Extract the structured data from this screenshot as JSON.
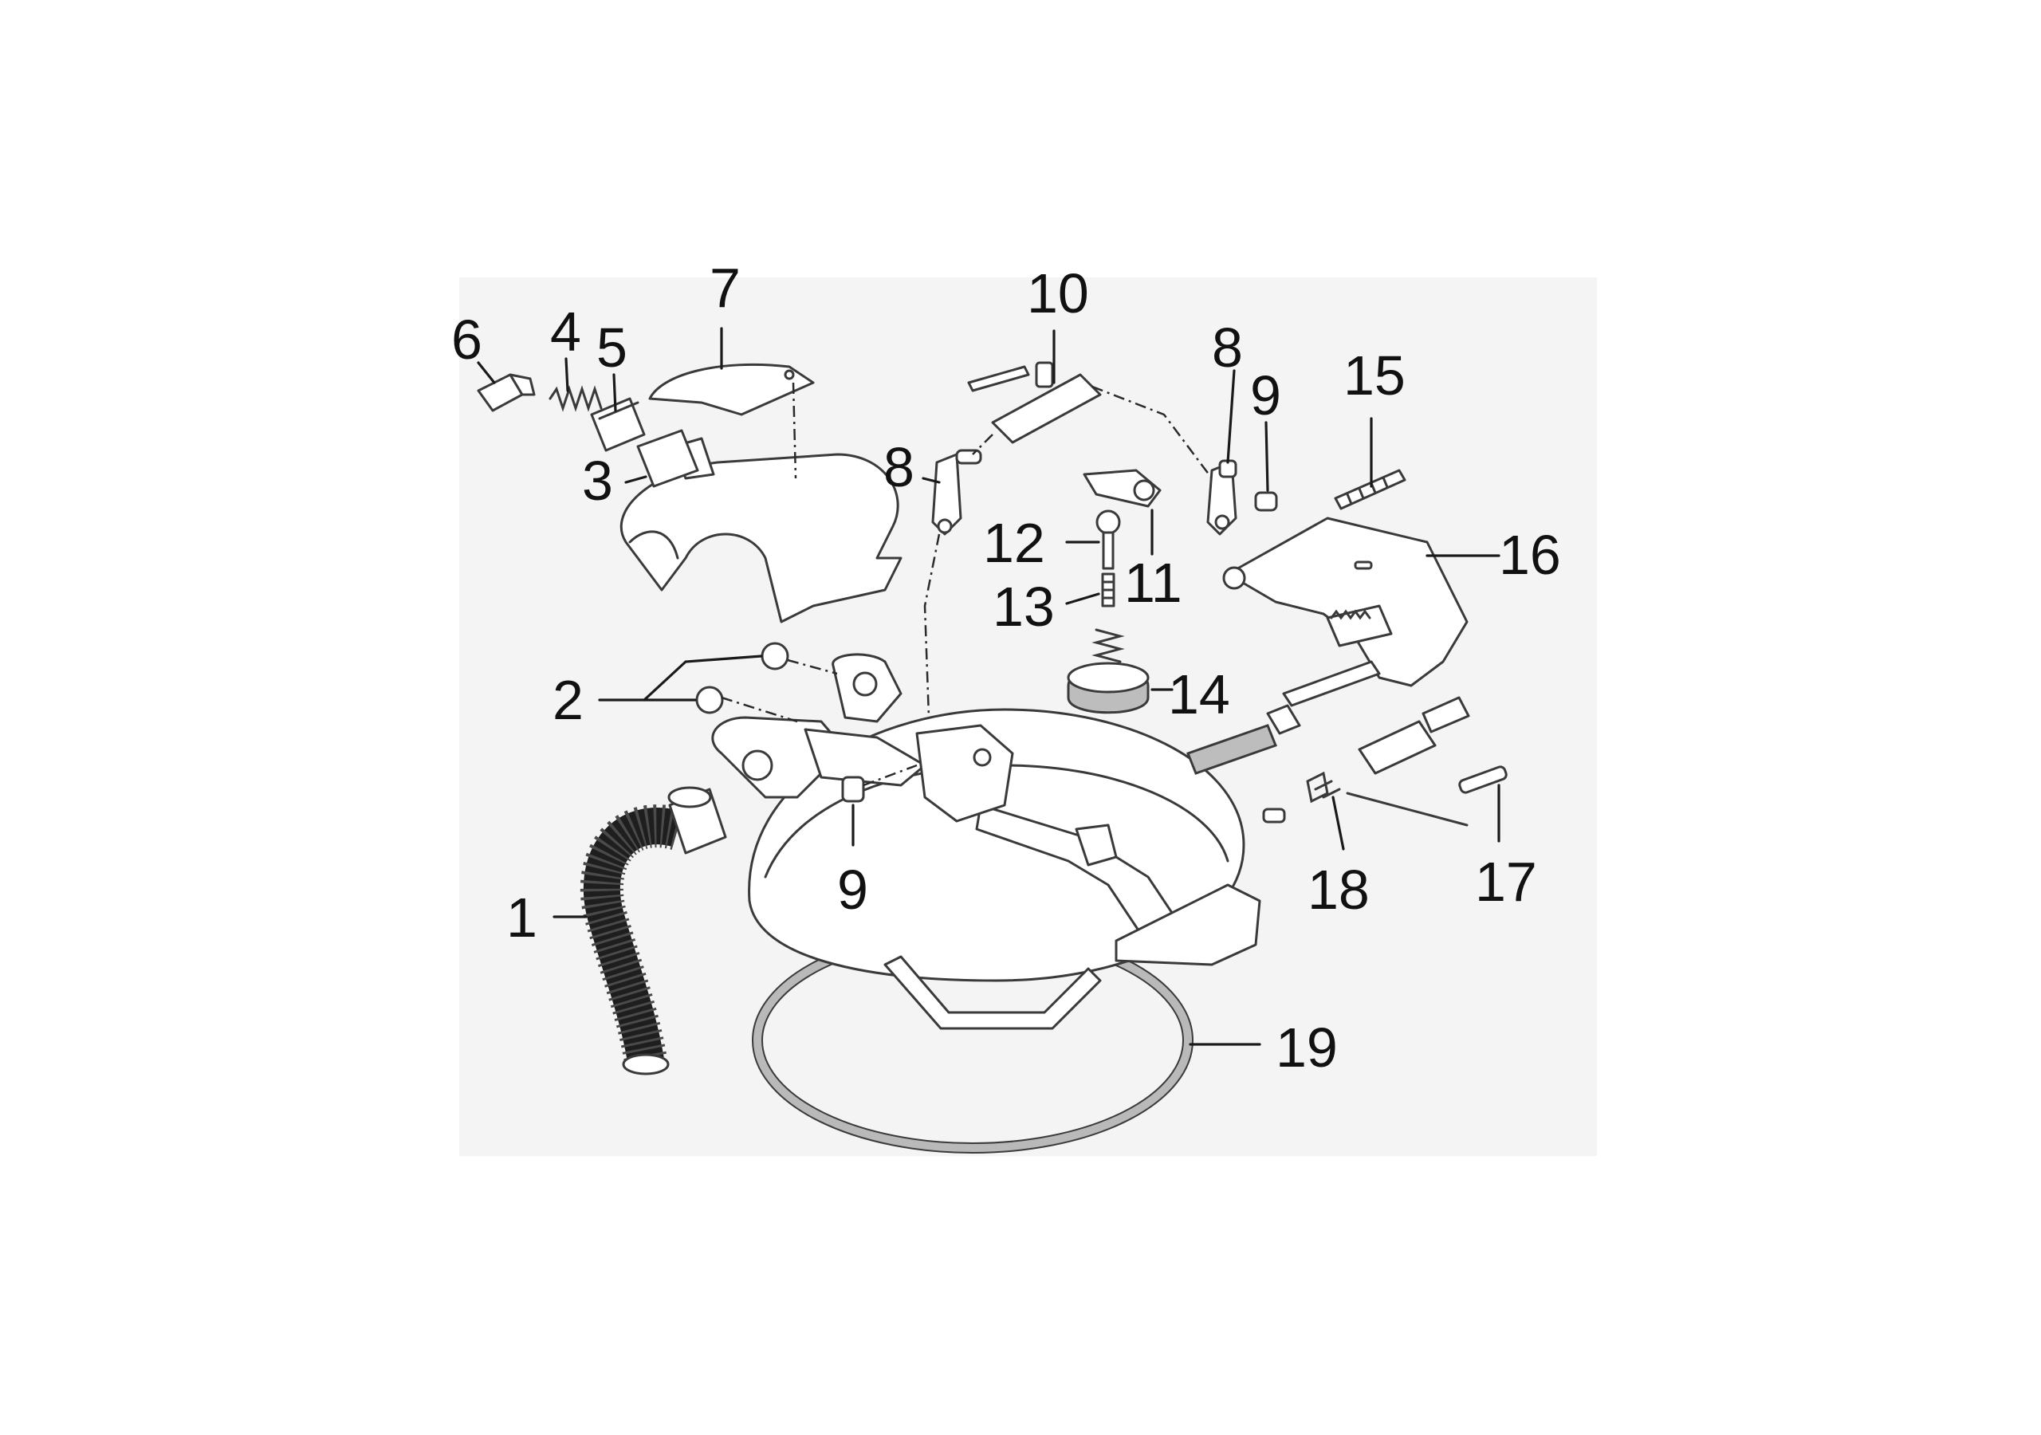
{
  "diagram": {
    "callouts": [
      {
        "id": "c1",
        "label": "1"
      },
      {
        "id": "c2",
        "label": "2"
      },
      {
        "id": "c3",
        "label": "3"
      },
      {
        "id": "c4",
        "label": "4"
      },
      {
        "id": "c5",
        "label": "5"
      },
      {
        "id": "c6",
        "label": "6"
      },
      {
        "id": "c7",
        "label": "7"
      },
      {
        "id": "c8a",
        "label": "8"
      },
      {
        "id": "c8b",
        "label": "8"
      },
      {
        "id": "c9a",
        "label": "9"
      },
      {
        "id": "c9b",
        "label": "9"
      },
      {
        "id": "c10",
        "label": "10"
      },
      {
        "id": "c11",
        "label": "11"
      },
      {
        "id": "c12",
        "label": "12"
      },
      {
        "id": "c13",
        "label": "13"
      },
      {
        "id": "c14",
        "label": "14"
      },
      {
        "id": "c15",
        "label": "15"
      },
      {
        "id": "c16",
        "label": "16"
      },
      {
        "id": "c17",
        "label": "17"
      },
      {
        "id": "c18",
        "label": "18"
      },
      {
        "id": "c19",
        "label": "19"
      }
    ]
  }
}
